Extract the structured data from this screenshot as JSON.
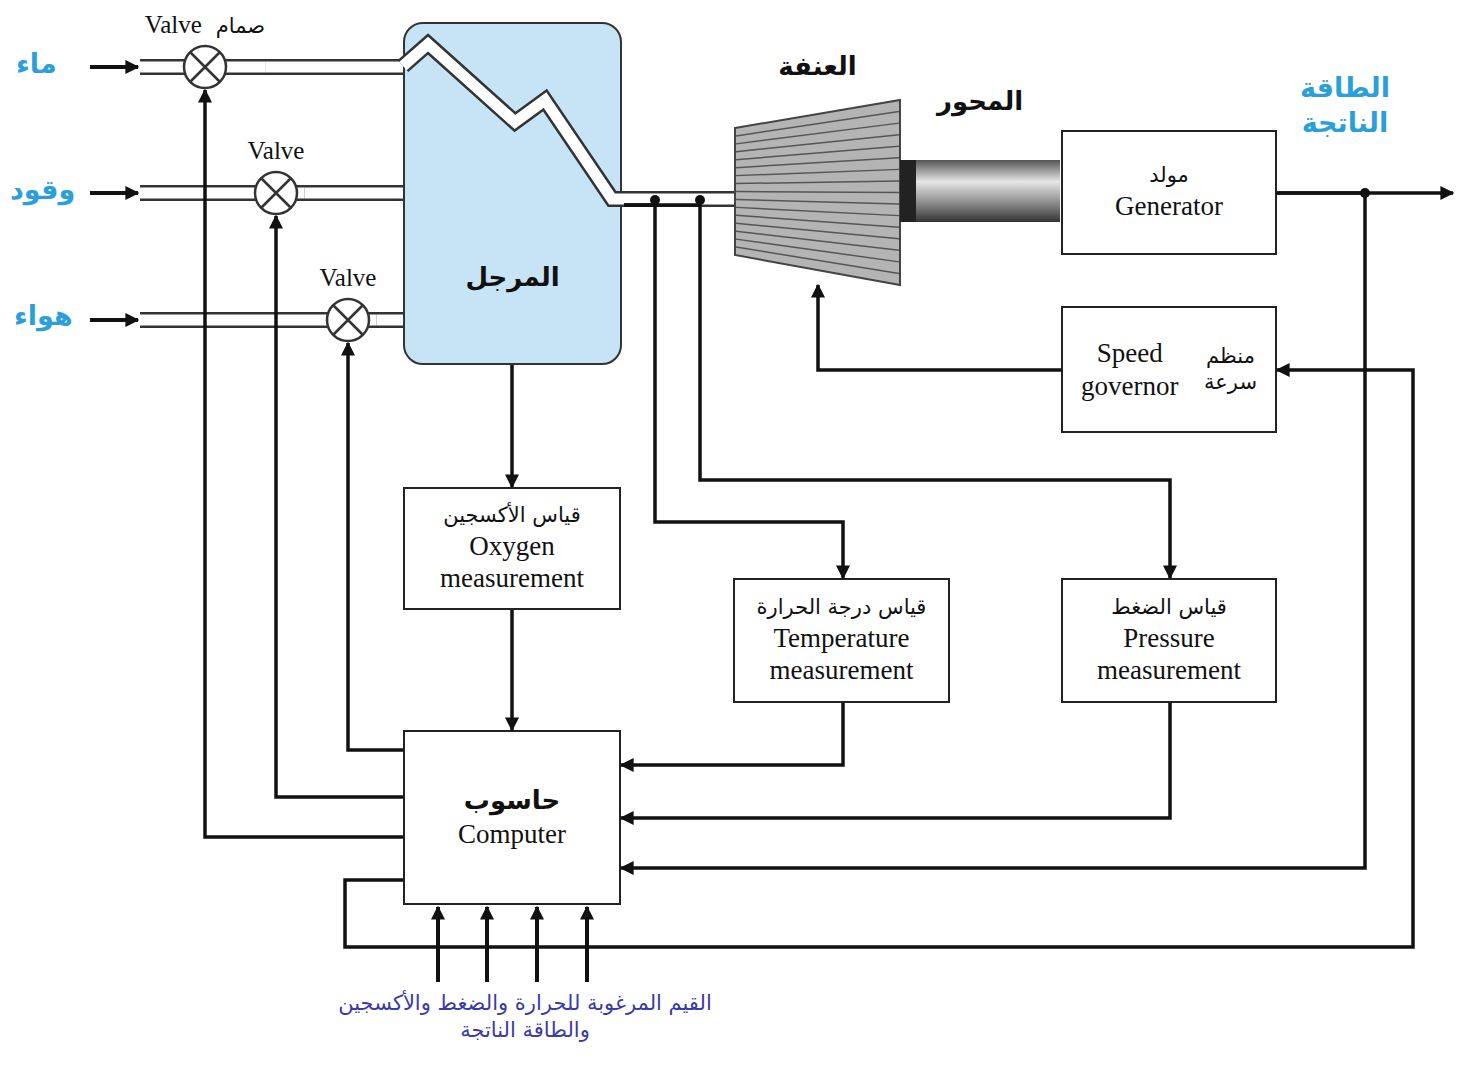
{
  "diagram": {
    "nodes": [
      {
        "text": [
          "Valve",
          "صمام"
        ]
      },
      {
        "text": [
          "Valve"
        ]
      },
      {
        "text": [
          "Valve"
        ]
      },
      {
        "text": [
          "المرجل"
        ]
      },
      {
        "text": [
          "العنفة"
        ]
      },
      {
        "text": [
          "المحور"
        ]
      },
      {
        "text": [
          "مولد",
          "Generator"
        ]
      },
      {
        "text": [
          "Speed governor",
          "منظم سرعة"
        ]
      },
      {
        "text": [
          "قياس الأكسجين",
          "Oxygen measurement"
        ]
      },
      {
        "text": [
          "قياس درجة الحرارة",
          "Temperature measurement"
        ]
      },
      {
        "text": [
          "قياس الضغط",
          "Pressure measurement"
        ]
      },
      {
        "text": [
          "حاسوب",
          "Computer"
        ]
      }
    ],
    "edges": [
      {
        "from": 0,
        "to": 3,
        "arrow": "none"
      },
      {
        "from": 1,
        "to": 3,
        "arrow": "none"
      },
      {
        "from": 2,
        "to": 3,
        "arrow": "none"
      },
      {
        "from": 3,
        "to": 4,
        "arrow": "none"
      },
      {
        "from": 3,
        "to": 8,
        "arrow": "to"
      },
      {
        "from": 8,
        "to": 11,
        "arrow": "to"
      },
      {
        "from": 3,
        "to": 9,
        "arrow": "to"
      },
      {
        "from": 3,
        "to": 10,
        "arrow": "to"
      },
      {
        "from": 9,
        "to": 11,
        "arrow": "to"
      },
      {
        "from": 10,
        "to": 11,
        "arrow": "to"
      },
      {
        "from": 6,
        "to": 11,
        "arrow": "to"
      },
      {
        "from": 11,
        "to": 7,
        "arrow": "to"
      },
      {
        "from": 7,
        "to": 4,
        "arrow": "to"
      },
      {
        "from": 11,
        "to": 2,
        "arrow": "to"
      },
      {
        "from": 11,
        "to": 1,
        "arrow": "to"
      },
      {
        "from": 11,
        "to": 0,
        "arrow": "to"
      }
    ],
    "labels": [
      "ماء",
      "وقود",
      "هواء",
      "الطاقة الناتجة",
      "القيم المرغوبة للحرارة والضغط والأكسجين والطاقة الناتجة"
    ]
  }
}
